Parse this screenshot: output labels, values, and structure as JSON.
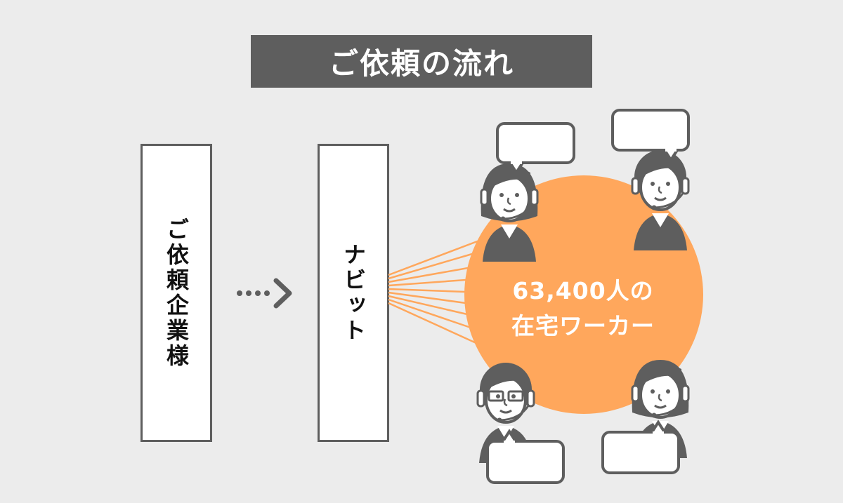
{
  "title": "ご依頼の流れ",
  "client_box": {
    "label": "ご依頼企業様"
  },
  "navit_box": {
    "label": "ナビット"
  },
  "workers_circle": {
    "line1": "63,400人の",
    "line2": "在宅ワーカー"
  },
  "colors": {
    "dark": "#5e5e5e",
    "orange": "#ffa75c",
    "background": "#ececec"
  }
}
